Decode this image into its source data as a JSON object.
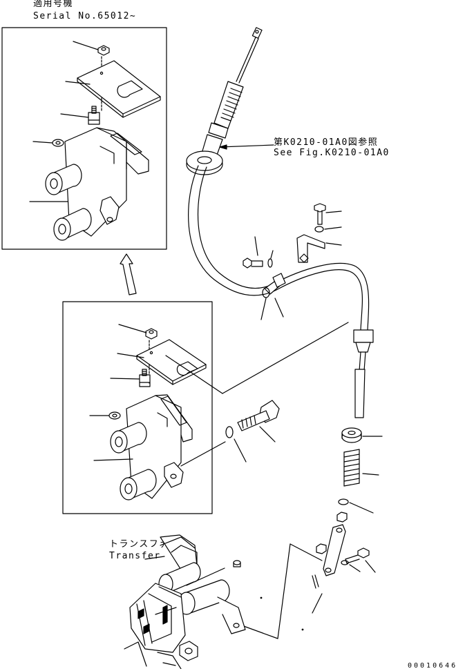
{
  "header": {
    "applicable_model_jp": "適用号機",
    "serial": "Serial No.65012~"
  },
  "reference": {
    "jp": "第K0210-01A0図参照",
    "en": "See Fig.K0210-01A0"
  },
  "transfer": {
    "jp": "トランスファ",
    "en": "Transfer"
  },
  "footer": {
    "code": "00010646"
  },
  "colors": {
    "line": "#000000",
    "background": "#ffffff"
  }
}
